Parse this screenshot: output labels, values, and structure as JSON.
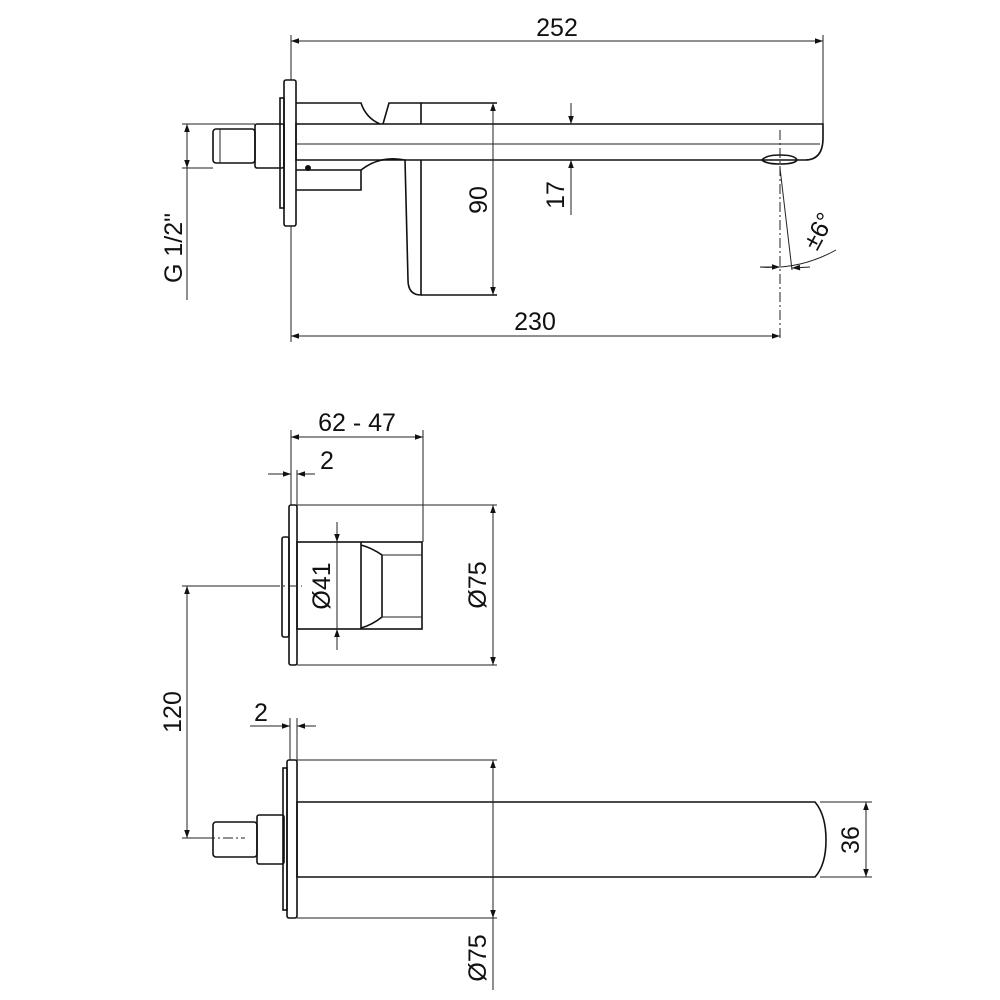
{
  "drawing": {
    "side_view": {
      "overall_length": "252",
      "spout_reach": "230",
      "height": "90",
      "spout_thickness": "17",
      "thread": "G 1/2\"",
      "angle": "±6°"
    },
    "front_view": {
      "depth_range": "62 - 47",
      "plate_thickness": "2",
      "handle_diameter": "Ø41",
      "plate_diameter": "Ø75",
      "axis_distance": "120"
    },
    "spout_view": {
      "plate_thickness": "2",
      "plate_diameter": "Ø75",
      "spout_height": "36"
    }
  }
}
